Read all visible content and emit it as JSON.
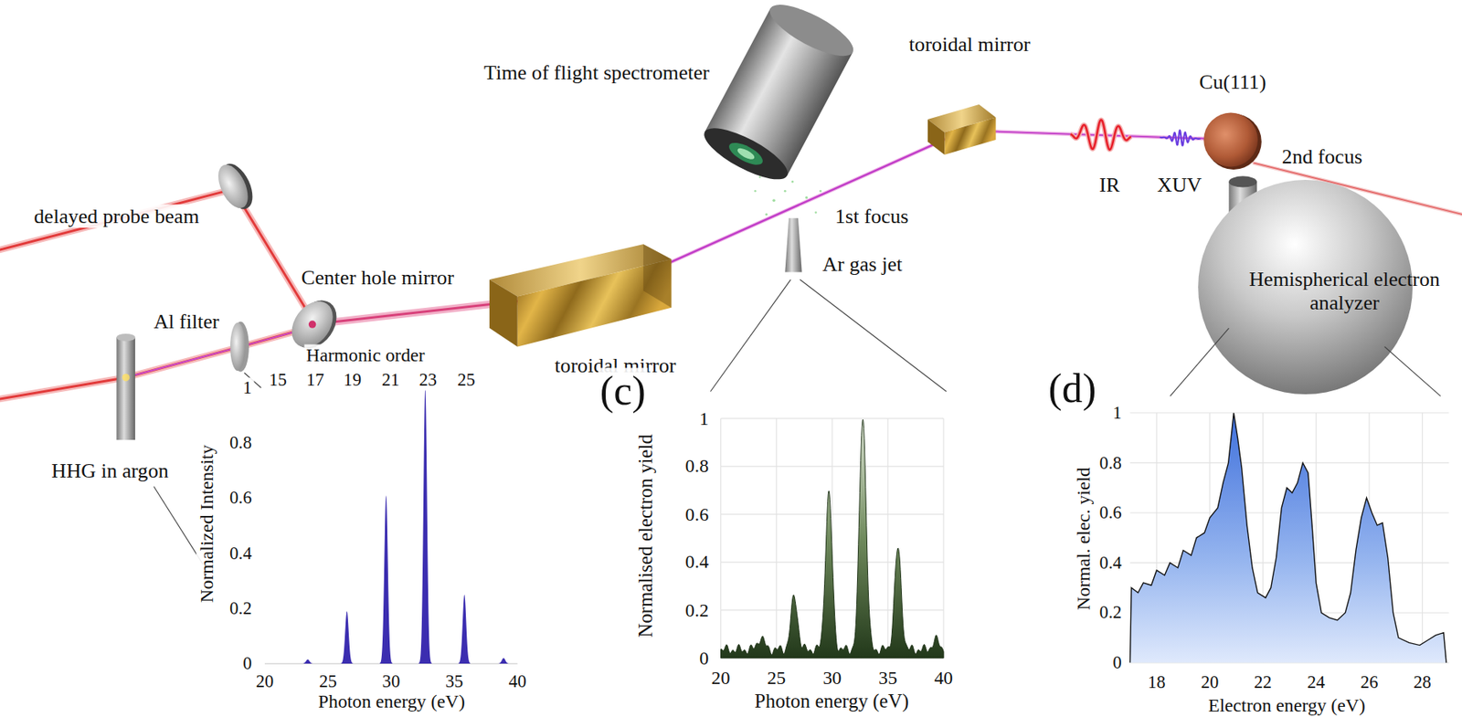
{
  "diagram": {
    "labels": [
      "delayed probe beam",
      "Center hole mirror",
      "Al filter",
      "HHG in argon",
      "toroidal mirror",
      "Time of flight spectrometer",
      "1st focus",
      "Ar gas jet",
      "toroidal mirror",
      "IR",
      "XUV",
      "Cu(111)",
      "2nd focus",
      "Hemispherical electron analyzer",
      "Harmonic order",
      "15",
      "17",
      "19",
      "21",
      "23",
      "25",
      "Normalized Intensity",
      "0",
      "0.2",
      "0.4",
      "0.6",
      "0.8",
      "1",
      "20",
      "25",
      "30",
      "35",
      "40",
      "Photon energy (eV)",
      "(c)",
      "Normalised electron yield",
      "0",
      "0.2",
      "0.4",
      "0.6",
      "0.8",
      "1",
      "20",
      "25",
      "30",
      "35",
      "40",
      "Photon energy (eV)",
      "(d)",
      "Normal. elec. yield",
      "0",
      "0.2",
      "0.4",
      "0.6",
      "0.8",
      "1",
      "18",
      "20",
      "22",
      "24",
      "26",
      "28",
      "Electron energy (eV)"
    ]
  }
}
